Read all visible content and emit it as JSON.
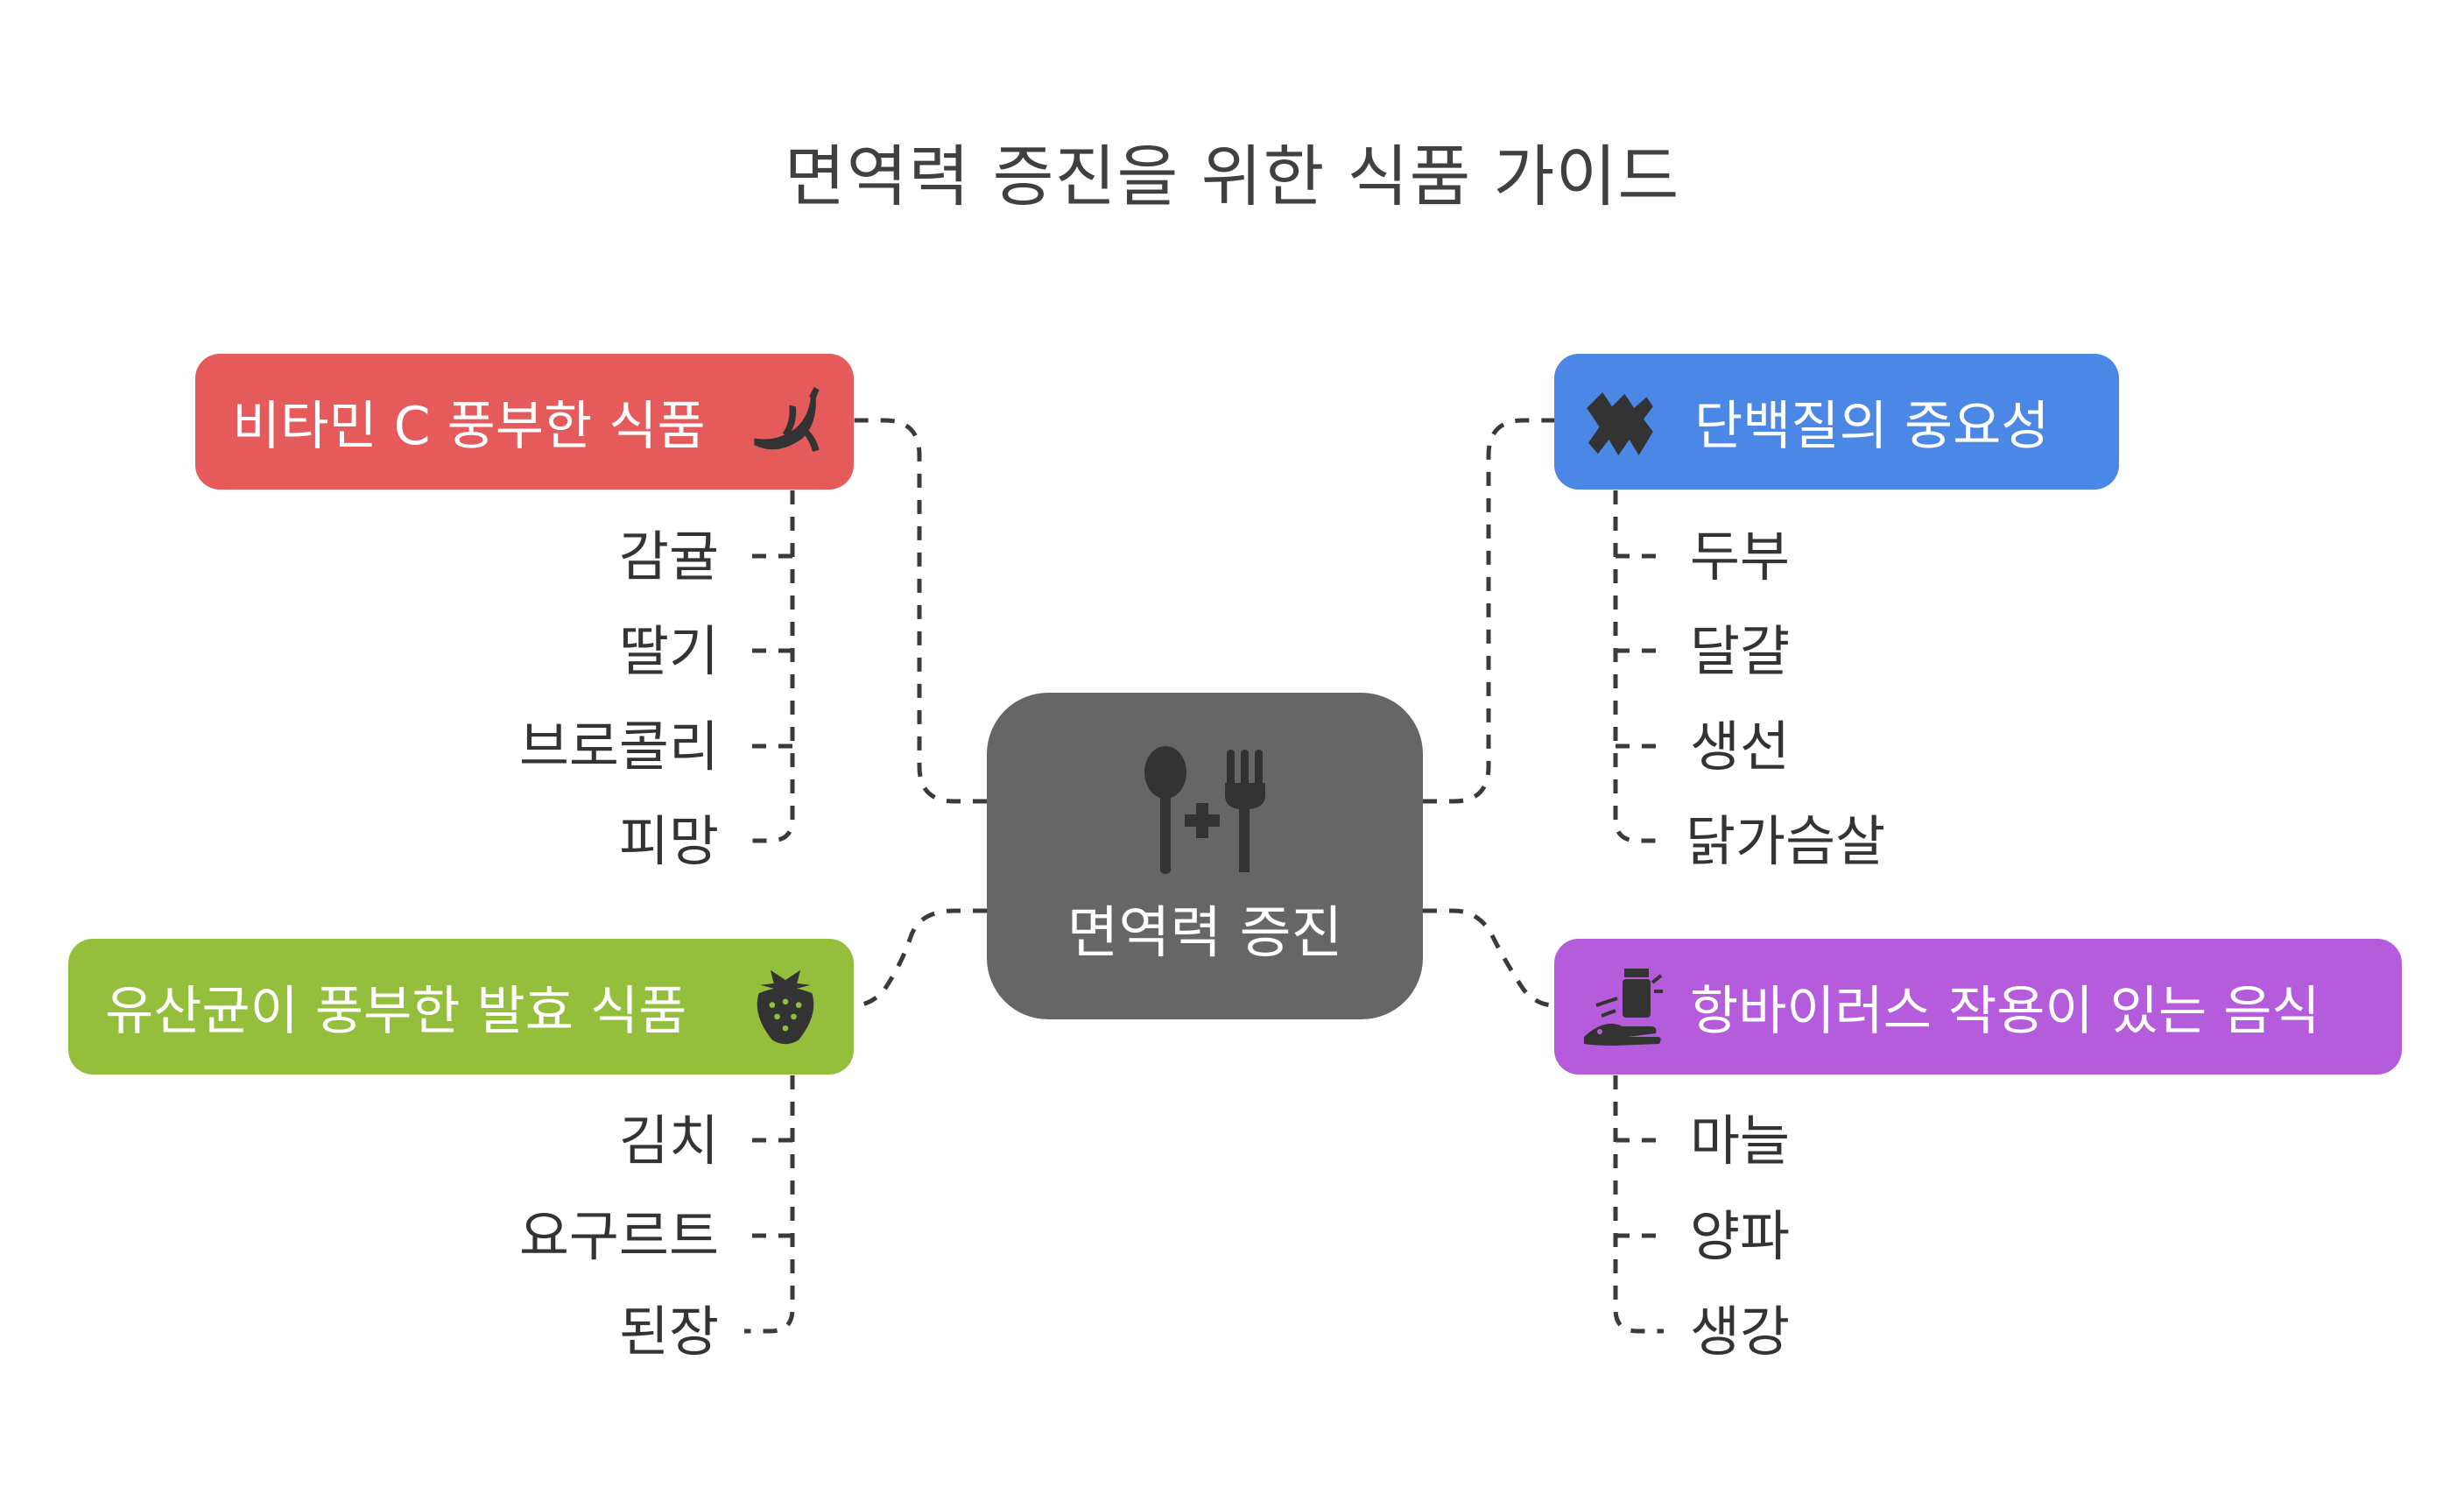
{
  "title": "면역력 증진을 위한 식품 가이드",
  "center": {
    "label": "면역력 증진",
    "icon": "utensils-medical-icon"
  },
  "branches": {
    "vitamin_c": {
      "label": "비타민 C 풍부한 식품",
      "icon": "banana-icon",
      "color": "#E55B5B",
      "items": [
        "감귤",
        "딸기",
        "브로콜리",
        "피망"
      ]
    },
    "protein": {
      "label": "단백질의 중요성",
      "icon": "protein-icon",
      "color": "#4B87E5",
      "items": [
        "두부",
        "달걀",
        "생선",
        "닭가슴살"
      ]
    },
    "probiotic": {
      "label": "유산균이 풍부한 발효 식품",
      "icon": "strawberry-icon",
      "color": "#94BF3D",
      "items": [
        "김치",
        "요구르트",
        "된장"
      ]
    },
    "antiviral": {
      "label": "항바이러스 작용이 있는 음식",
      "icon": "garlic-jar-icon",
      "color": "#B45CDC",
      "items": [
        "마늘",
        "양파",
        "생강"
      ]
    }
  },
  "colors": {
    "center": "#666666",
    "connector": "#3a3a3a"
  }
}
